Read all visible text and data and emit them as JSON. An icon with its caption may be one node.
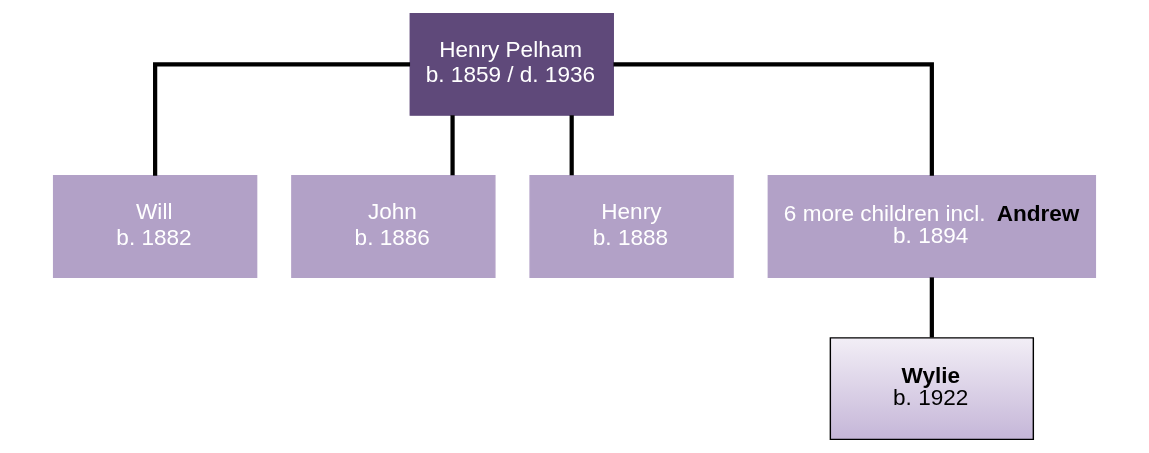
{
  "diagram": {
    "nodes": [
      {
        "text": [
          "Henry Pelham",
          "b. 1859 / d. 1936"
        ]
      },
      {
        "text": [
          "Will",
          "b. 1882"
        ]
      },
      {
        "text": [
          "John",
          "b. 1886"
        ]
      },
      {
        "text": [
          "Henry",
          "b. 1888"
        ]
      },
      {
        "text": [
          "6 more children incl. **Andrew**",
          "b. 1894"
        ]
      },
      {
        "text": [
          "Wylie",
          "b. 1922"
        ]
      }
    ],
    "edges": [
      {
        "from": 0,
        "to": 1,
        "arrow": "none"
      },
      {
        "from": 0,
        "to": 2,
        "arrow": "none"
      },
      {
        "from": 0,
        "to": 3,
        "arrow": "none"
      },
      {
        "from": 0,
        "to": 4,
        "arrow": "none"
      },
      {
        "from": 4,
        "to": 5,
        "arrow": "none"
      }
    ]
  }
}
